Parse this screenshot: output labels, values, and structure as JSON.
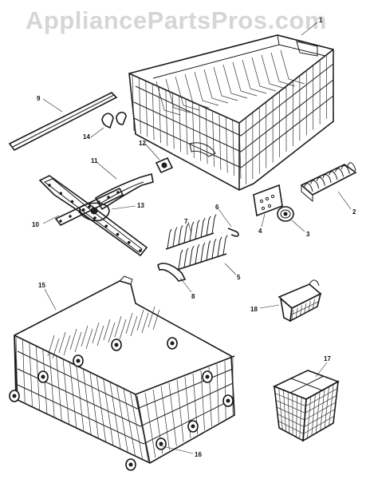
{
  "watermark": "AppliancePartsPros.com",
  "parts": [
    {
      "label": "1"
    },
    {
      "label": "2"
    },
    {
      "label": "3"
    },
    {
      "label": "4"
    },
    {
      "label": "5"
    },
    {
      "label": "6"
    },
    {
      "label": "7"
    },
    {
      "label": "8"
    },
    {
      "label": "9"
    },
    {
      "label": "10"
    },
    {
      "label": "11"
    },
    {
      "label": "12"
    },
    {
      "label": "13"
    },
    {
      "label": "14"
    },
    {
      "label": "15"
    },
    {
      "label": "16"
    },
    {
      "label": "17"
    },
    {
      "label": "18"
    }
  ]
}
